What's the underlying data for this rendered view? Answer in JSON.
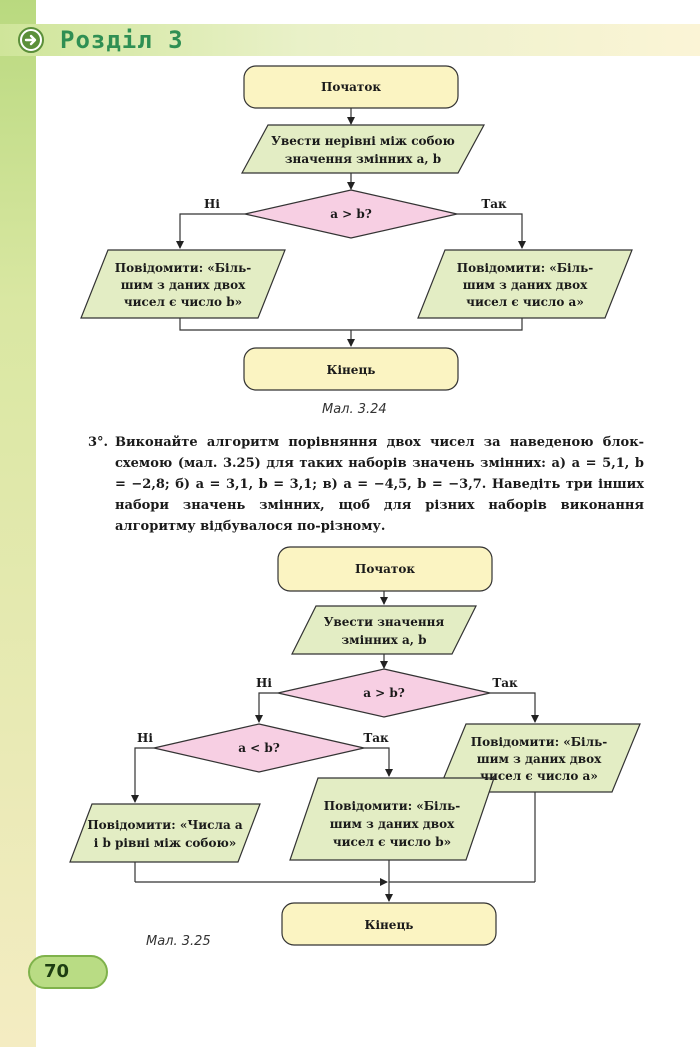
{
  "header": {
    "title": "Розділ 3",
    "icon": "arrow-right-icon"
  },
  "page_number": "70",
  "colors": {
    "terminal_fill": "#fbf4c2",
    "io_fill": "#e3edc4",
    "decision_fill": "#f7cfe3",
    "title_green": "#2f8f53"
  },
  "flowchart1": {
    "start": "Початок",
    "input": [
      "Увести нерівні між собою",
      "значення змінних a, b"
    ],
    "decision": "a > b?",
    "no_label": "Ні",
    "yes_label": "Так",
    "output_left": [
      "Повідомити: «Біль-",
      "шим з даних двох",
      "чисел є число b»"
    ],
    "output_right": [
      "Повідомити: «Біль-",
      "шим з даних двох",
      "чисел є число a»"
    ],
    "end": "Кінець",
    "caption": "Мал. 3.24"
  },
  "exercise": {
    "number": "3°.",
    "text": "Виконайте алгоритм порівняння двох чисел за наведеною блок-схемою (мал. 3.25) для таких наборів значень змінних: а) a = 5,1, b = −2,8; б) a = 3,1, b = 3,1; в) a = −4,5, b = −3,7. Наведіть три інших набори значень змінних, щоб для різних наборів виконання алгоритму відбувалося по-різному."
  },
  "flowchart2": {
    "start": "Початок",
    "input": [
      "Увести значення",
      "змінних a, b"
    ],
    "decision1": "a > b?",
    "decision2": "a < b?",
    "no_label": "Ні",
    "yes_label": "Так",
    "output_left": [
      "Повідомити: «Числа a",
      "і b рівні між собою»"
    ],
    "output_middle": [
      "Повідомити: «Біль-",
      "шим з даних двох",
      "чисел є число b»"
    ],
    "output_right": [
      "Повідомити: «Біль-",
      "шим з даних двох",
      "чисел є число a»"
    ],
    "end": "Кінець",
    "caption": "Мал. 3.25"
  }
}
